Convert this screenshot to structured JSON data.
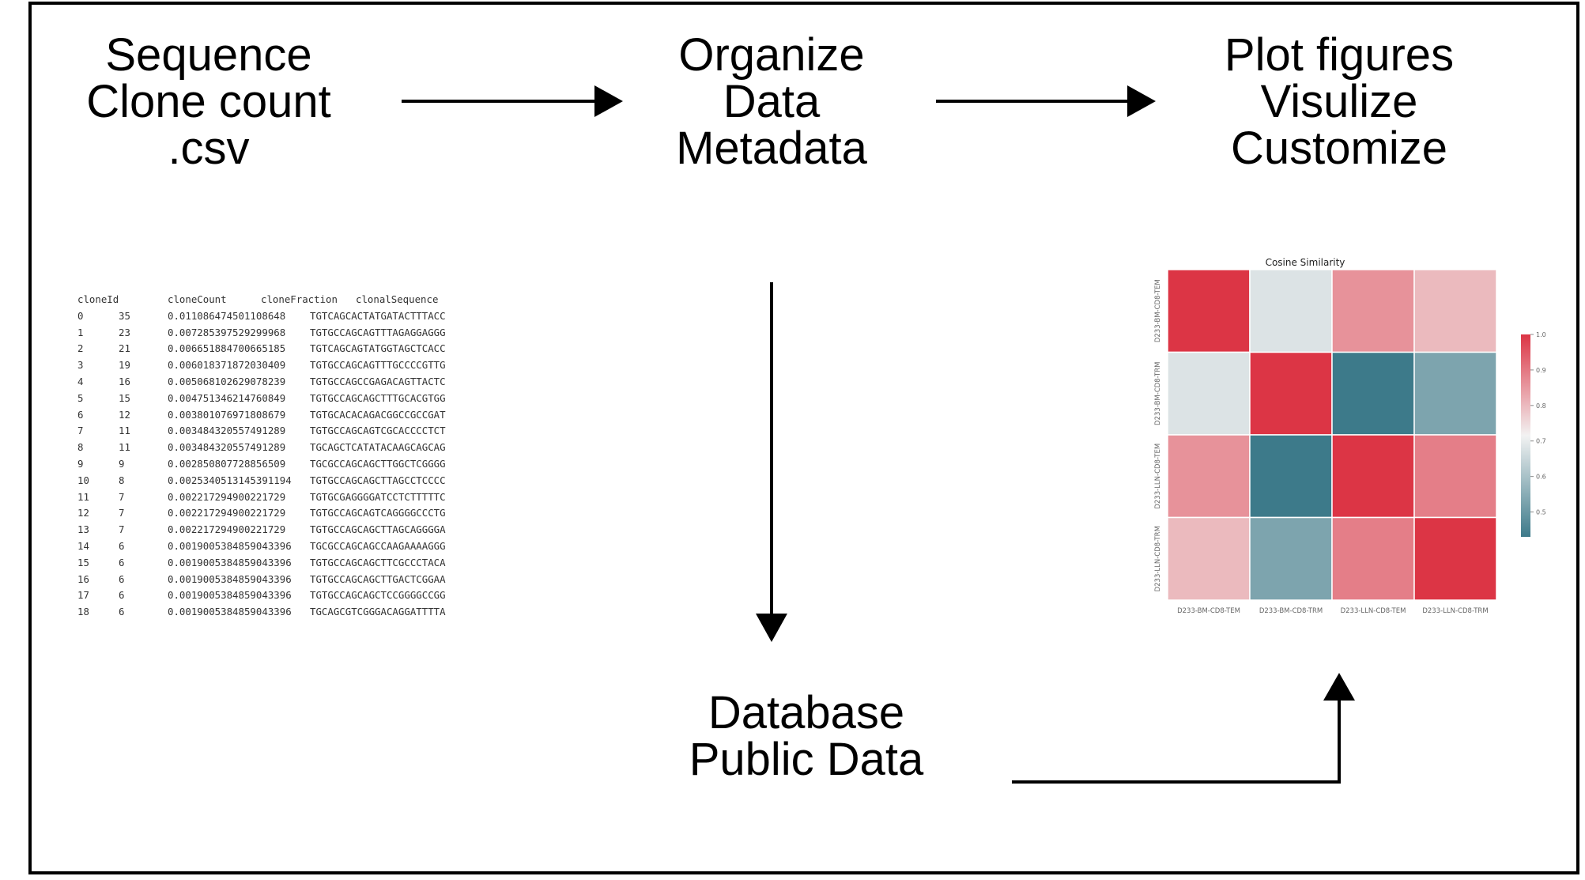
{
  "steps": {
    "input": [
      "Sequence",
      "Clone count",
      ".csv"
    ],
    "organize": [
      "Organize",
      "Data",
      "Metadata"
    ],
    "plot": [
      "Plot figures",
      "Visulize",
      "Customize"
    ],
    "database": [
      "Database",
      "Public Data"
    ]
  },
  "csv_table": {
    "headers": [
      "cloneId",
      "cloneCount",
      "cloneFraction",
      "clonalSequence"
    ],
    "rows": [
      [
        "0",
        "35",
        "0.011086474501108648",
        "TGTCAGCACTATGATACTTTACC"
      ],
      [
        "1",
        "23",
        "0.007285397529299968",
        "TGTGCCAGCAGTTTAGAGGAGGG"
      ],
      [
        "2",
        "21",
        "0.006651884700665185",
        "TGTCAGCAGTATGGTAGCTCACC"
      ],
      [
        "3",
        "19",
        "0.006018371872030409",
        "TGTGCCAGCAGTTTGCCCCGTTG"
      ],
      [
        "4",
        "16",
        "0.005068102629078239",
        "TGTGCCAGCCGAGACAGTTACTC"
      ],
      [
        "5",
        "15",
        "0.004751346214760849",
        "TGTGCCAGCAGCTTTGCACGTGG"
      ],
      [
        "6",
        "12",
        "0.003801076971808679",
        "TGTGCACACAGACGGCCGCCGAT"
      ],
      [
        "7",
        "11",
        "0.003484320557491289",
        "TGTGCCAGCAGTCGCACCCCTCT"
      ],
      [
        "8",
        "11",
        "0.003484320557491289",
        "TGCAGCTCATATACAAGCAGCAG"
      ],
      [
        "9",
        "9",
        "0.002850807728856509",
        "TGCGCCAGCAGCTTGGCTCGGGG"
      ],
      [
        "10",
        "8",
        "0.0025340513145391194",
        "TGTGCCAGCAGCTTAGCCTCCCC"
      ],
      [
        "11",
        "7",
        "0.002217294900221729",
        "TGTGCGAGGGGATCCTCTTTTTC"
      ],
      [
        "12",
        "7",
        "0.002217294900221729",
        "TGTGCCAGCAGTCAGGGGCCCTG"
      ],
      [
        "13",
        "7",
        "0.002217294900221729",
        "TGTGCCAGCAGCTTAGCAGGGGA"
      ],
      [
        "14",
        "6",
        "0.0019005384859043396",
        "TGCGCCAGCAGCCAAGAAAAGGG"
      ],
      [
        "15",
        "6",
        "0.0019005384859043396",
        "TGTGCCAGCAGCTTCGCCCTACA"
      ],
      [
        "16",
        "6",
        "0.0019005384859043396",
        "TGTGCCAGCAGCTTGACTCGGAA"
      ],
      [
        "17",
        "6",
        "0.0019005384859043396",
        "TGTGCCAGCAGCTCCGGGGCCGG"
      ],
      [
        "18",
        "6",
        "0.0019005384859043396",
        "TGCAGCGTCGGGACAGGATTTTA"
      ]
    ]
  },
  "chart_data": {
    "type": "heatmap",
    "title": "Cosine Similarity",
    "x_labels": [
      "D233-BM-CD8-TEM",
      "D233-BM-CD8-TRM",
      "D233-LLN-CD8-TEM",
      "D233-LLN-CD8-TRM"
    ],
    "y_labels": [
      "D233-BM-CD8-TEM",
      "D233-BM-CD8-TRM",
      "D233-LLN-CD8-TEM",
      "D233-LLN-CD8-TRM"
    ],
    "values": [
      [
        1.0,
        0.68,
        0.86,
        0.8
      ],
      [
        0.68,
        1.0,
        0.43,
        0.53
      ],
      [
        0.86,
        0.43,
        1.0,
        0.89
      ],
      [
        0.8,
        0.53,
        0.89,
        1.0
      ]
    ],
    "colorbar": {
      "ticks": [
        "1.0",
        "0.9",
        "0.8",
        "0.7",
        "0.6",
        "0.5"
      ],
      "tick_values": [
        1.0,
        0.9,
        0.8,
        0.7,
        0.6,
        0.5
      ],
      "min": 0.43,
      "max": 1.0,
      "low_color": "#3d7a8a",
      "mid_color": "#f2f2f2",
      "high_color": "#dc3545"
    }
  }
}
